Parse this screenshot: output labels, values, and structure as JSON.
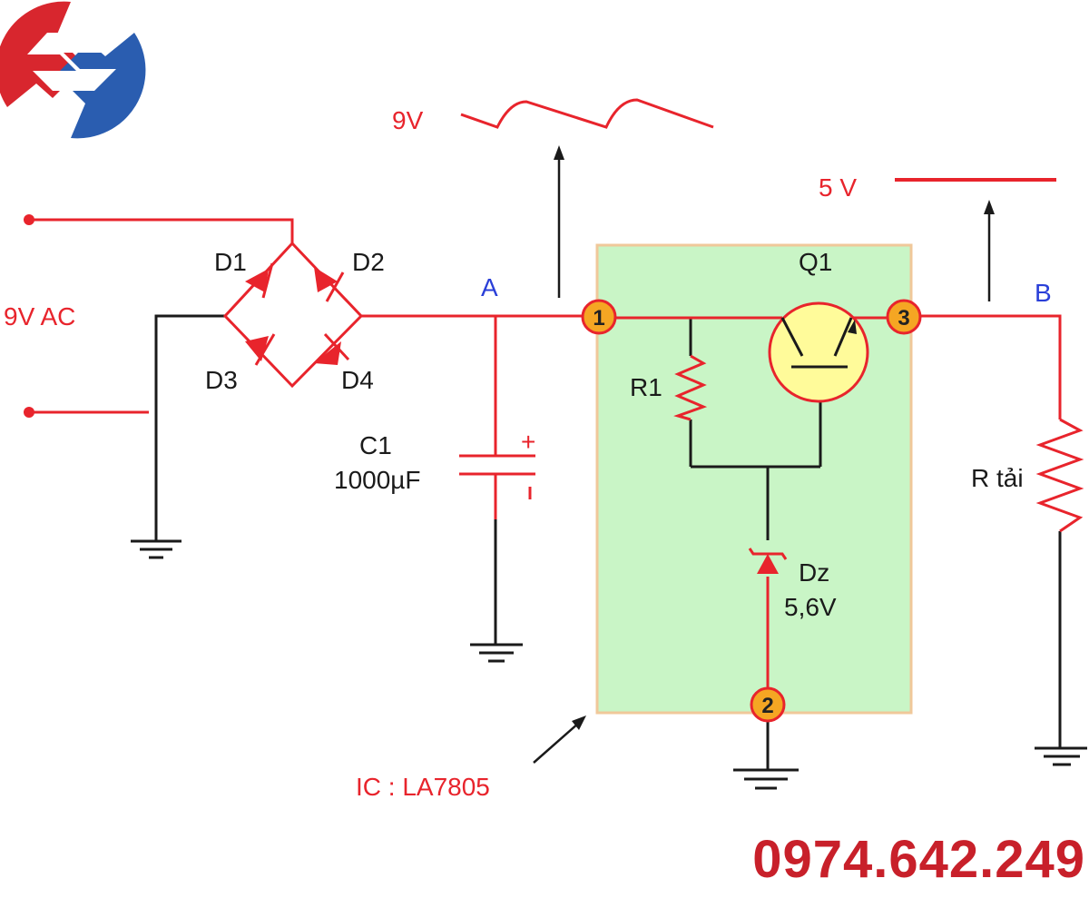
{
  "source_label": "9V AC",
  "diodes": {
    "d1": "D1",
    "d2": "D2",
    "d3": "D3",
    "d4": "D4"
  },
  "node_a": "A",
  "node_b": "B",
  "capacitor": {
    "name": "C1",
    "value": "1000µF",
    "plus": "+"
  },
  "input_waveform_label": "9V",
  "output_waveform_label": "5 V",
  "ic_label": "IC : LA7805",
  "transistor": "Q1",
  "resistor": "R1",
  "zener": {
    "name": "Dz",
    "value": "5,6V"
  },
  "load": "R tải",
  "pins": {
    "p1": "1",
    "p2": "2",
    "p3": "3"
  },
  "phone": "0974.642.249",
  "colors": {
    "wire_red": "#e8242c",
    "wire_black": "#1a1a1a",
    "ic_fill": "#c9f5c6",
    "ic_border": "#f0c89a",
    "pin_fill": "#f5a623",
    "transistor_fill": "#fffb9a",
    "logo_red": "#d8262e",
    "logo_blue": "#2a5db0"
  }
}
